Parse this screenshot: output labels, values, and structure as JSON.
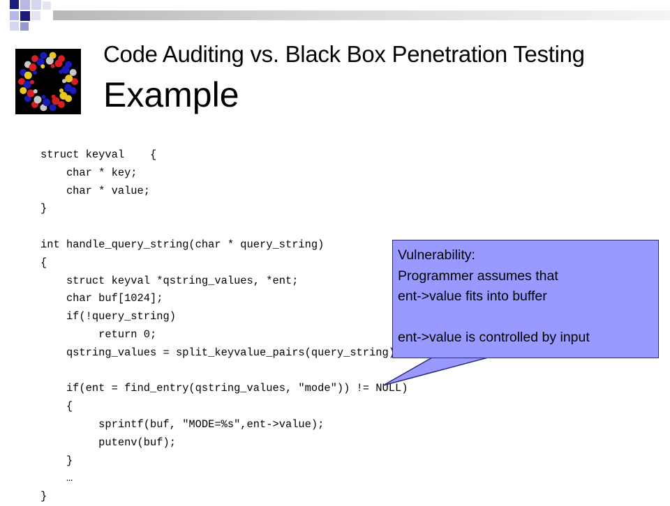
{
  "slide": {
    "title_line1": "Code Auditing vs. Black Box Penetration Testing",
    "title_line2": "Example"
  },
  "code": {
    "lines": [
      "struct keyval    {",
      "    char * key;",
      "    char * value;",
      "}",
      "",
      "int handle_query_string(char * query_string)",
      "{",
      "    struct keyval *qstring_values, *ent;",
      "    char buf[1024];",
      "    if(!query_string)",
      "         return 0;",
      "    qstring_values = split_keyvalue_pairs(query_string);",
      "",
      "    if(ent = find_entry(qstring_values, \"mode\")) != NULL)",
      "    {",
      "         sprintf(buf, \"MODE=%s\",ent->value);",
      "         putenv(buf);",
      "    }",
      "    …",
      "}"
    ]
  },
  "callout": {
    "lines": [
      "Vulnerability:",
      "Programmer assumes that",
      "ent->value fits into buffer",
      "",
      "ent->value is controlled by input"
    ],
    "fill_color": "#9999ff",
    "border_color": "#2a2a7a"
  },
  "icons": {
    "logo": "circular-molecule-logo",
    "corner": "corner-squares-decoration"
  }
}
